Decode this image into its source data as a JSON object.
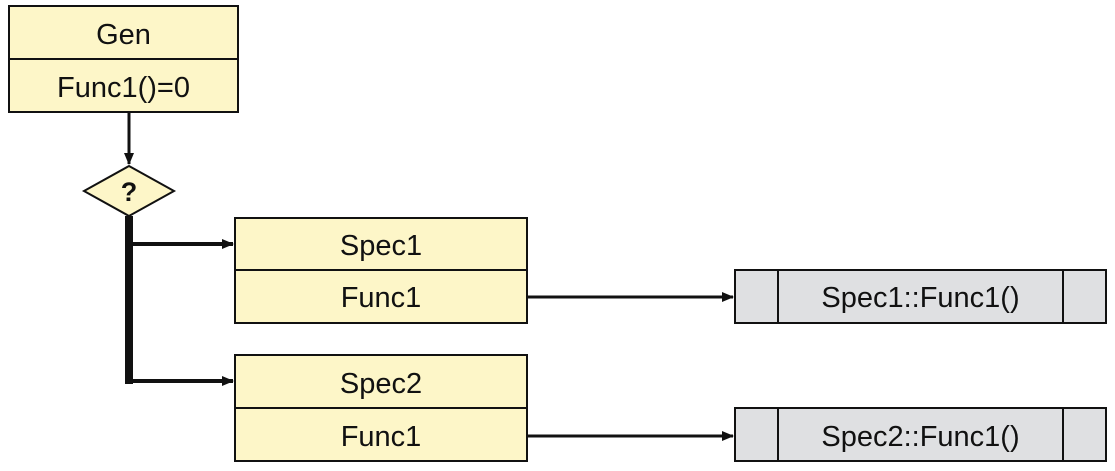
{
  "colors": {
    "class_fill": "#fdf6c8",
    "func_fill": "#dfe0e2",
    "stroke": "#111111"
  },
  "gen": {
    "name": "Gen",
    "method": "Func1()=0"
  },
  "decision": {
    "label": "?"
  },
  "spec1": {
    "name": "Spec1",
    "method": "Func1",
    "impl": "Spec1::Func1()"
  },
  "spec2": {
    "name": "Spec2",
    "method": "Func1",
    "impl": "Spec2::Func1()"
  }
}
